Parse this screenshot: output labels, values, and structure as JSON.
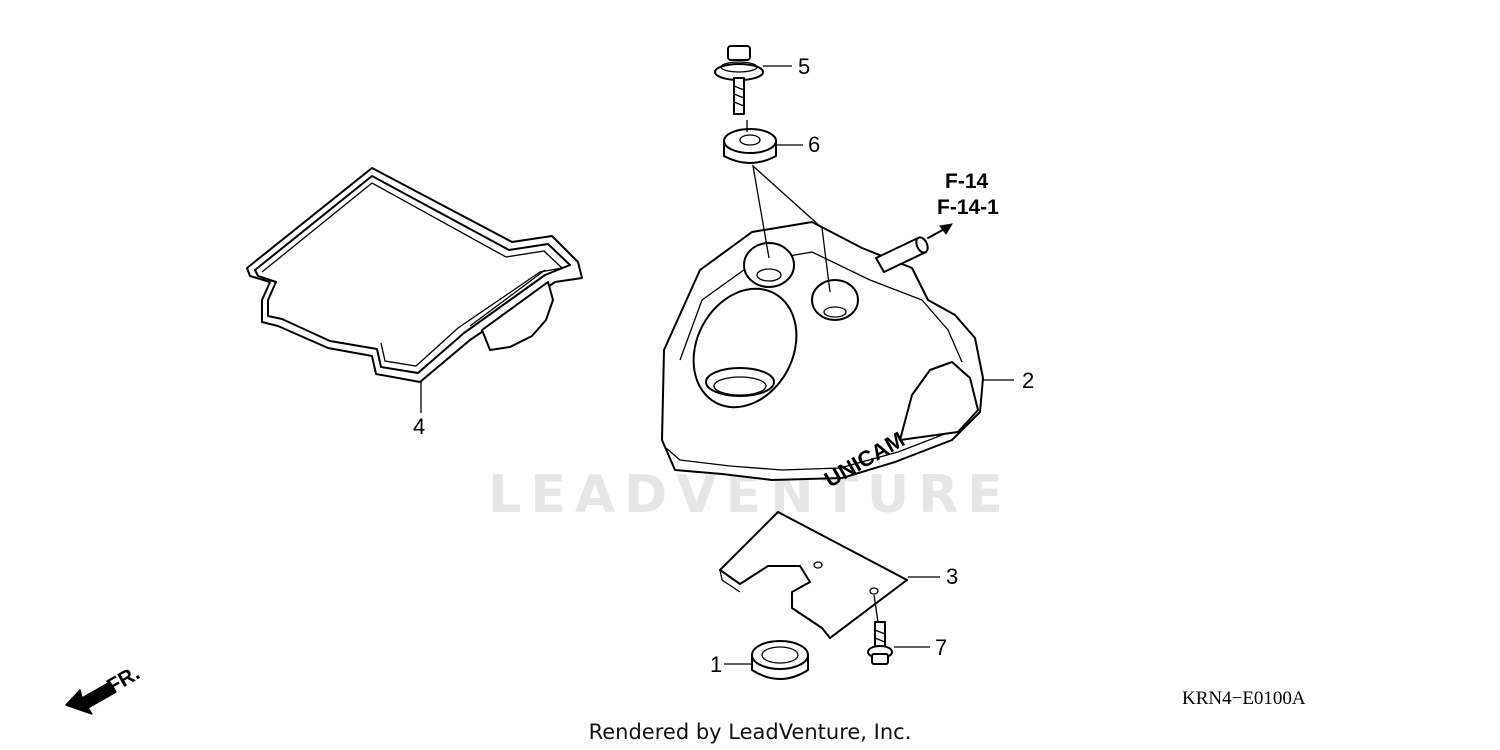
{
  "watermark": "LEADVENTURE",
  "parts": [
    {
      "id": "1",
      "label": "1"
    },
    {
      "id": "2",
      "label": "2"
    },
    {
      "id": "3",
      "label": "3"
    },
    {
      "id": "4",
      "label": "4"
    },
    {
      "id": "5",
      "label": "5"
    },
    {
      "id": "6",
      "label": "6"
    },
    {
      "id": "7",
      "label": "7"
    }
  ],
  "references": [
    "F-14",
    "F-14-1"
  ],
  "cover_text": "UNICAM",
  "direction_label": "FR.",
  "diagram_code": "KRN4−E0100A",
  "credit": "Rendered by LeadVenture, Inc."
}
